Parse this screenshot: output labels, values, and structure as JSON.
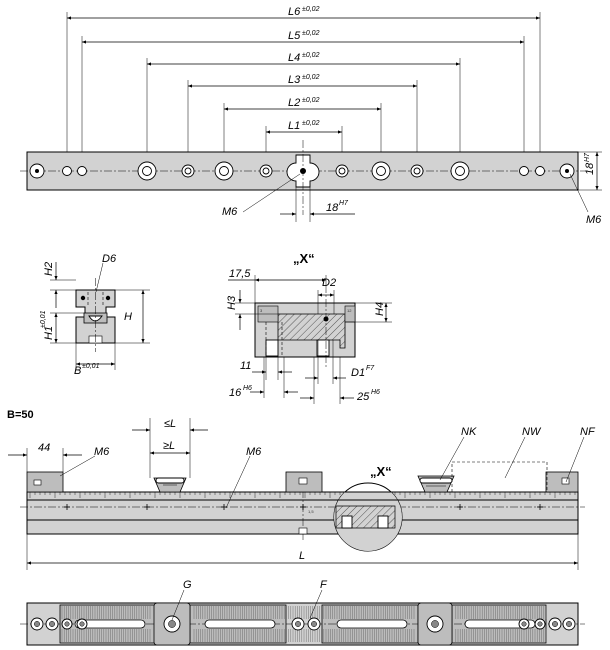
{
  "labels": {
    "L1": "L1",
    "L2": "L2",
    "L3": "L3",
    "L4": "L4",
    "L5": "L5",
    "L6": "L6",
    "tol_002": "±0,02",
    "dim_18": "18",
    "tol_h7": "H7",
    "M6": "M6",
    "H2": "H2",
    "D6": "D6",
    "H1": "H1",
    "tol_001": "±0,01",
    "H": "H",
    "B": "B",
    "X_title": "„X“",
    "dim_175": "17,5",
    "D2": "D2",
    "H3": "H3",
    "H4": "H4",
    "dim_11": "11",
    "D1": "D1",
    "tol_f7": "F7",
    "dim_16": "16",
    "tol_h6": "H6",
    "dim_25": "25",
    "B50": "B=50",
    "dim_44": "44",
    "le_L": "≤L",
    "ge_L": "≥L",
    "NK": "NK",
    "NW": "NW",
    "NF": "NF",
    "L": "L",
    "G": "G",
    "F": "F",
    "scale_15": "1,5"
  },
  "colors": {
    "body": "#d2d2d2",
    "body_dark": "#bdbdbd",
    "line": "#000000",
    "background": "#ffffff"
  },
  "icons": [
    "hex-socket-screw-icon",
    "locating-pin-icon",
    "clamp-icon",
    "scale-ruler-icon"
  ]
}
